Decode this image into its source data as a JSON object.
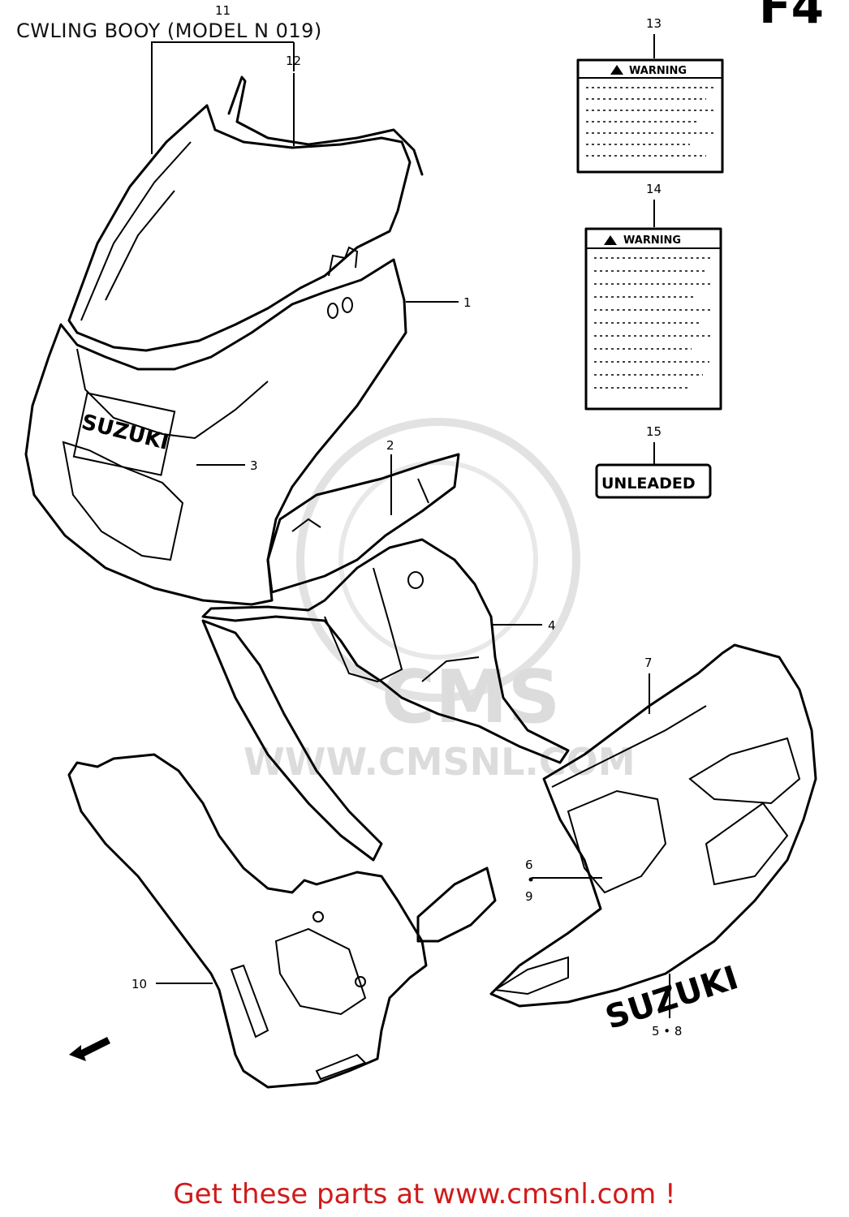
{
  "page": {
    "title": "CWLING BOOY (MODEL N 019)",
    "corner_code": "F4",
    "footer_text": "Get these parts at www.cmsnl.com !"
  },
  "watermark": {
    "text": "WWW.CMSNL.COM",
    "logo_text": "CMS"
  },
  "labels": {
    "warning_13": "WARNING",
    "warning_14": "WARNING",
    "unleaded_15": "UNLEADED",
    "suzuki_cowl": "SUZUKI",
    "suzuki_lower": "SUZUKI"
  },
  "callouts": [
    {
      "id": "c11",
      "text": "11"
    },
    {
      "id": "c12",
      "text": "12"
    },
    {
      "id": "c13",
      "text": "13"
    },
    {
      "id": "c14",
      "text": "14"
    },
    {
      "id": "c15",
      "text": "15"
    },
    {
      "id": "c1",
      "text": "1"
    },
    {
      "id": "c2",
      "text": "2"
    },
    {
      "id": "c3",
      "text": "3"
    },
    {
      "id": "c4",
      "text": "4"
    },
    {
      "id": "c7",
      "text": "7"
    },
    {
      "id": "c6",
      "text": "6"
    },
    {
      "id": "c9",
      "text": "9"
    },
    {
      "id": "c10",
      "text": "10"
    },
    {
      "id": "c58",
      "text": "5 • 8"
    }
  ],
  "colors": {
    "line": "#000000",
    "footer": "#d11a1a",
    "watermark": "#dcdcdc"
  }
}
